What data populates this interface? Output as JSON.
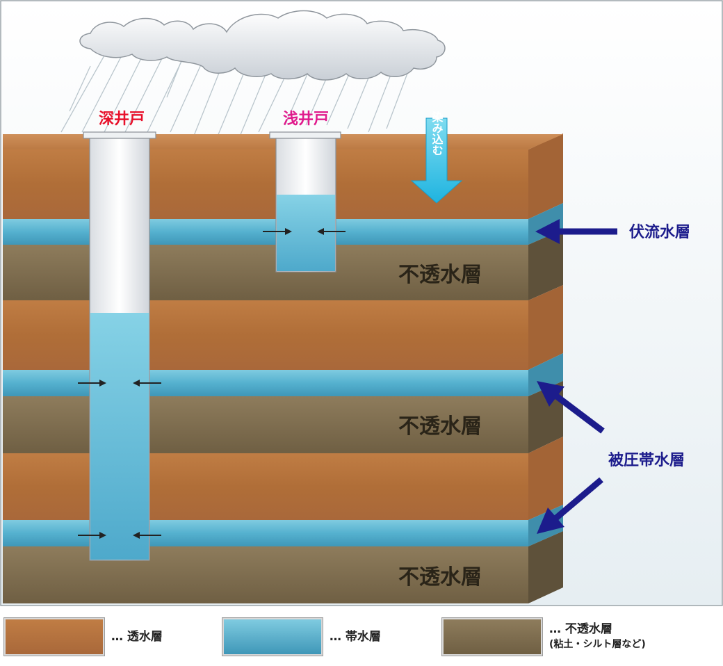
{
  "wells": {
    "deep_label": "深井戸",
    "shallow_label": "浅井戸"
  },
  "infiltration_label": "染み込む",
  "layers": {
    "impermeable_label_1": "不透水層",
    "impermeable_label_2": "不透水層",
    "impermeable_label_3": "不透水層"
  },
  "aquifers": {
    "unconfined_label": "伏流水層",
    "confined_label": "被圧帯水層"
  },
  "legend": {
    "permeable": "… 透水層",
    "aquifer": "… 帯水層",
    "impermeable": "… 不透水層",
    "impermeable_note": "(粘土・シルト層など)"
  },
  "colors": {
    "permeable": "#b5733e",
    "aquifer": "#5ab7d2",
    "impermeable": "#7c6b4e",
    "well_label_deep": "#e8102a",
    "well_label_shallow": "#e01a8c",
    "aquifer_label": "#1c1c8c"
  }
}
